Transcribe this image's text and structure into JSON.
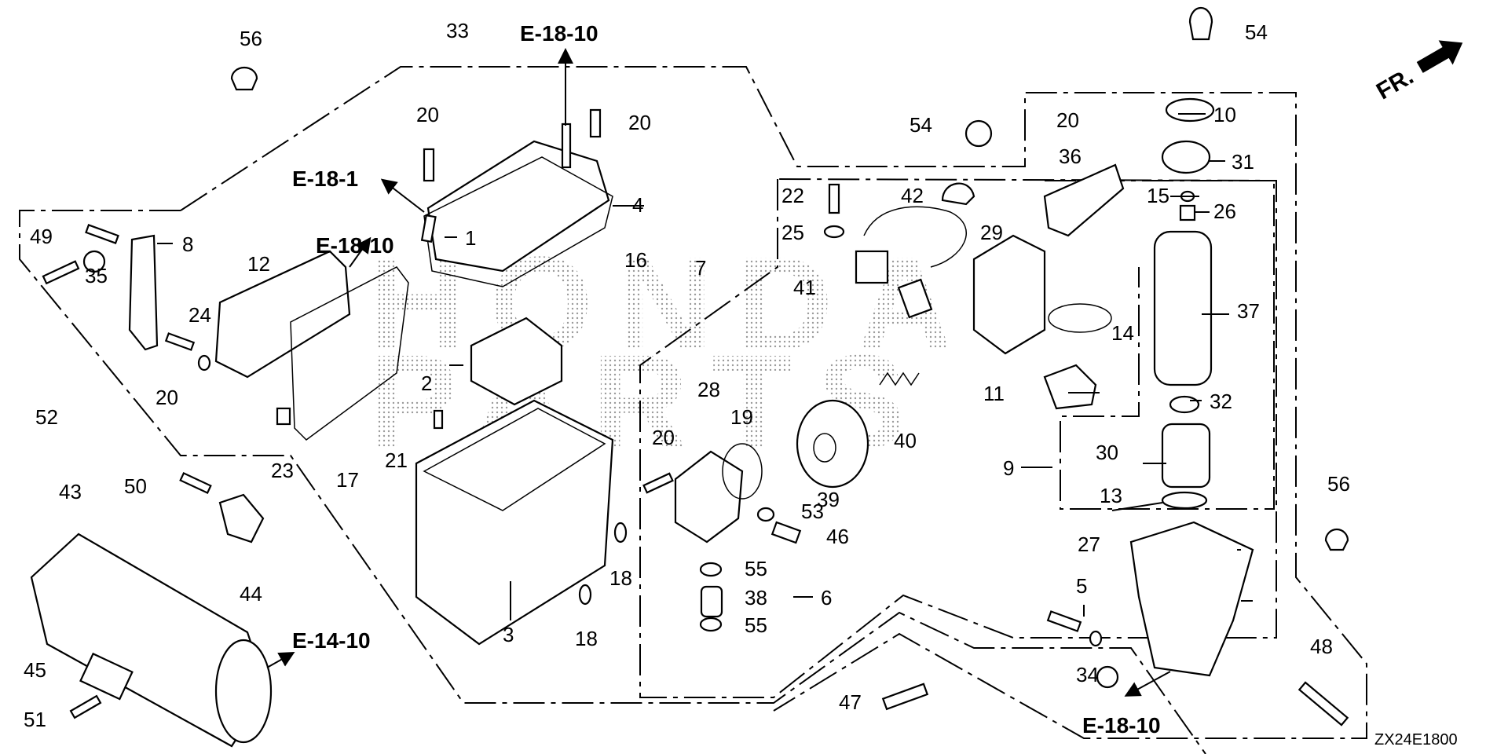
{
  "diagram": {
    "title": "Honda parts exploded view",
    "drawing_code": "ZX24E1800",
    "direction_indicator": "FR.",
    "watermark": [
      "HONDA",
      "PARTS"
    ],
    "references": [
      {
        "id": "ref-top",
        "text": "E-18-10"
      },
      {
        "id": "ref-left-1",
        "text": "E-18-1"
      },
      {
        "id": "ref-left-10",
        "text": "E-18-10"
      },
      {
        "id": "ref-bottom-left",
        "text": "E-14-10"
      },
      {
        "id": "ref-bottom-right",
        "text": "E-18-10"
      }
    ],
    "callouts": [
      {
        "n": "1"
      },
      {
        "n": "2"
      },
      {
        "n": "3"
      },
      {
        "n": "4"
      },
      {
        "n": "5"
      },
      {
        "n": "6"
      },
      {
        "n": "7"
      },
      {
        "n": "8"
      },
      {
        "n": "9"
      },
      {
        "n": "10"
      },
      {
        "n": "11"
      },
      {
        "n": "12"
      },
      {
        "n": "13"
      },
      {
        "n": "14"
      },
      {
        "n": "15"
      },
      {
        "n": "16"
      },
      {
        "n": "17"
      },
      {
        "n": "18"
      },
      {
        "n": "18"
      },
      {
        "n": "19"
      },
      {
        "n": "20"
      },
      {
        "n": "20"
      },
      {
        "n": "20"
      },
      {
        "n": "20"
      },
      {
        "n": "20"
      },
      {
        "n": "21"
      },
      {
        "n": "22"
      },
      {
        "n": "23"
      },
      {
        "n": "24"
      },
      {
        "n": "25"
      },
      {
        "n": "26"
      },
      {
        "n": "27"
      },
      {
        "n": "28"
      },
      {
        "n": "29"
      },
      {
        "n": "30"
      },
      {
        "n": "31"
      },
      {
        "n": "32"
      },
      {
        "n": "33"
      },
      {
        "n": "34"
      },
      {
        "n": "35"
      },
      {
        "n": "36"
      },
      {
        "n": "37"
      },
      {
        "n": "38"
      },
      {
        "n": "39"
      },
      {
        "n": "40"
      },
      {
        "n": "41"
      },
      {
        "n": "42"
      },
      {
        "n": "43"
      },
      {
        "n": "44"
      },
      {
        "n": "45"
      },
      {
        "n": "46"
      },
      {
        "n": "47"
      },
      {
        "n": "48"
      },
      {
        "n": "49"
      },
      {
        "n": "50"
      },
      {
        "n": "51"
      },
      {
        "n": "52"
      },
      {
        "n": "53"
      },
      {
        "n": "54"
      },
      {
        "n": "54"
      },
      {
        "n": "55"
      },
      {
        "n": "55"
      },
      {
        "n": "56"
      },
      {
        "n": "56"
      }
    ]
  }
}
